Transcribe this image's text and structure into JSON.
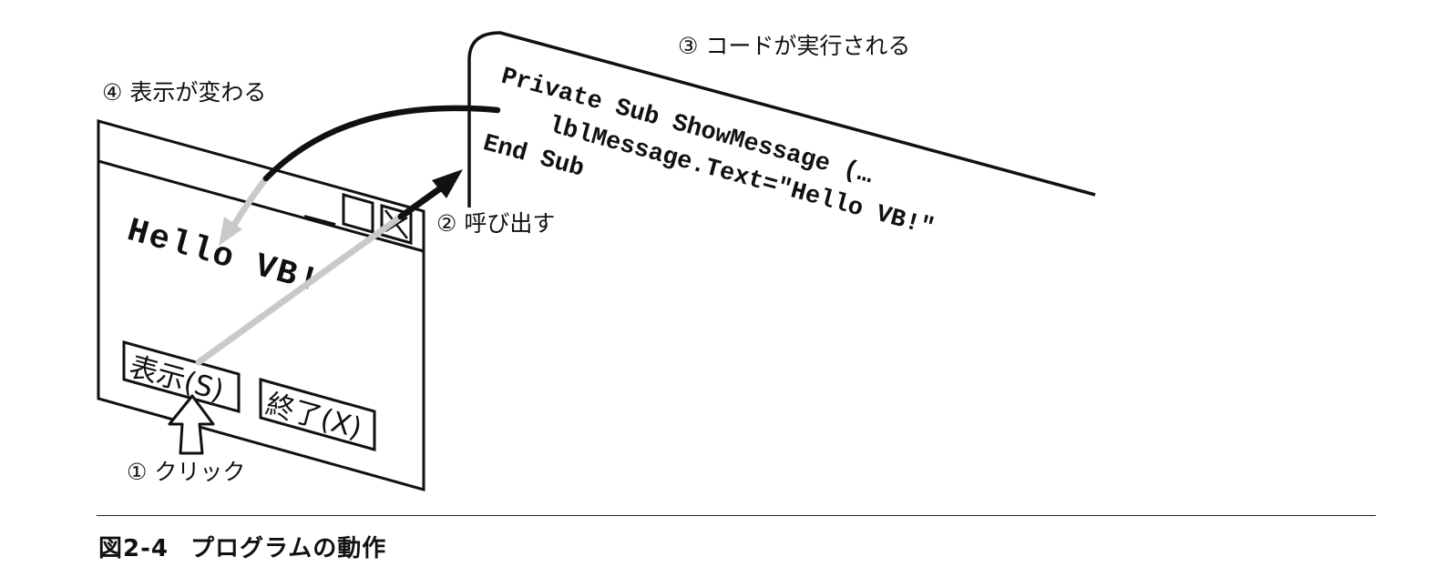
{
  "labels": {
    "step1": "① クリック",
    "step2": "② 呼び出す",
    "step3": "③ コードが実行される",
    "step4": "④ 表示が変わる"
  },
  "window": {
    "hello_text": "Hello VB!",
    "show_button": "表示(S)",
    "exit_button": "終了(X)"
  },
  "code_lines": [
    "Private Sub ShowMessage (…",
    "lblMessage.Text=\"Hello VB!\"",
    "End Sub"
  ],
  "caption": {
    "figure_no": "図2-4",
    "title": "プログラムの動作"
  }
}
